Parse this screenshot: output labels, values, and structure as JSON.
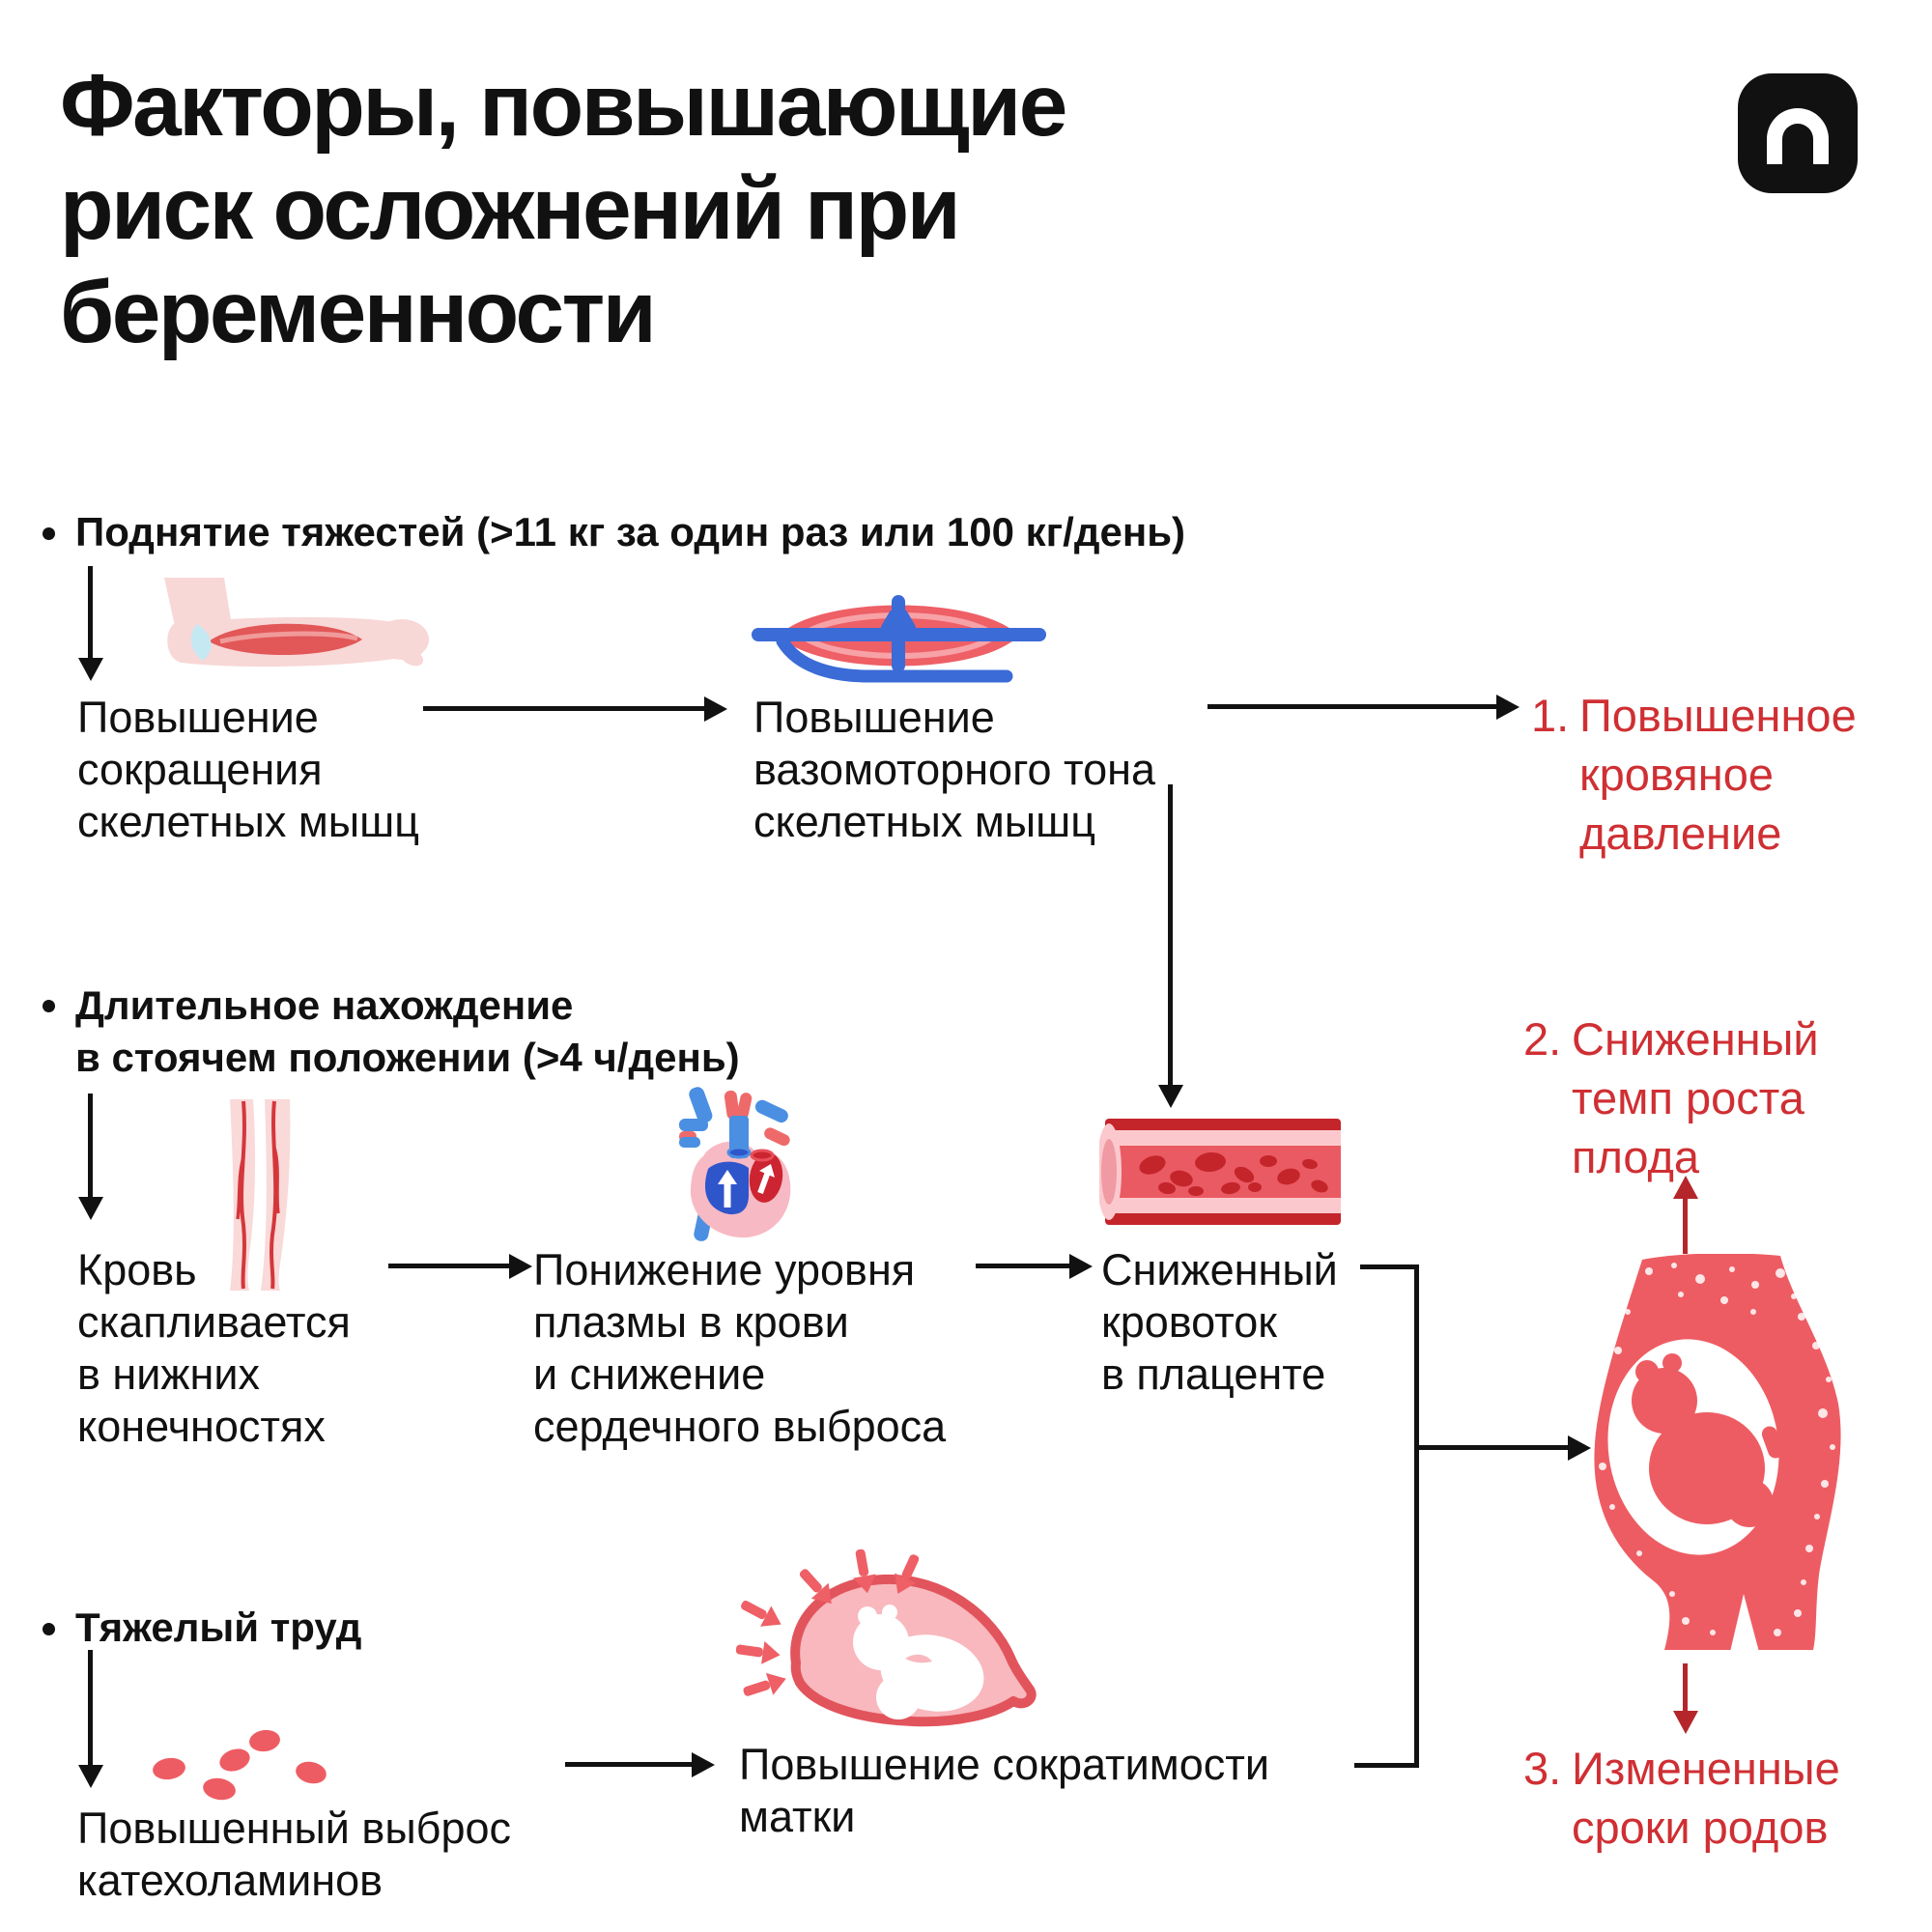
{
  "title": "Факторы, повышающие\nриск осложнений при\nбеременности",
  "colors": {
    "text_black": "#111111",
    "outcome_red": "#cf2f33",
    "arrow_red": "#b5262b",
    "illustration_salmon": "#ee5c63",
    "skin_pink": "#f8d7d7",
    "spindle_blue": "#3b6bd6"
  },
  "factors": {
    "f1": {
      "bullet": "Поднятие тяжестей (>11 кг за один раз или 100 кг/день)",
      "node1": "Повышение\nсокращения\nскелетных мышц",
      "node2": "Повышение\nвазомоторного тона\nскелетных мышц"
    },
    "f2": {
      "bullet": "Длительное нахождение\nв стоячем положении (>4 ч/день)",
      "node1": "Кровь\nскапливается\nв нижних\nконечностях",
      "node2": "Понижение уровня\nплазмы в крови\nи снижение\nсердечного выброса",
      "node3": "Сниженный\nкровоток\nв плаценте"
    },
    "f3": {
      "bullet": "Тяжелый труд",
      "node1": "Повышенный выброс\nкатехоламинов",
      "node2": "Повышение сократимости\nматки"
    }
  },
  "outcomes": {
    "o1": {
      "num": "1.",
      "text": "Повышенное\nкровяное\nдавление"
    },
    "o2": {
      "num": "2.",
      "text": "Сниженный\nтемп роста\nплода"
    },
    "o3": {
      "num": "3.",
      "text": "Измененные\nсроки родов"
    }
  },
  "icons": {
    "brand-logo-icon": "black rounded square with white arch (n)",
    "arm-muscle-icon": "forearm with contracted red muscle",
    "muscle-spindle-icon": "red muscle spindle with blue nerve fibers",
    "legs-icon": "legs with red veins",
    "heart-icon": "heart with blue and red vessels and up arrows",
    "blood-vessel-icon": "blood vessel cross-section with red blood cells",
    "catecholamine-dots-icon": "scattered red catecholamine dots",
    "uterus-icon": "uterus with fetus compressed by red arrows",
    "pregnant-woman-icon": "pregnant woman silhouette with fetus in womb"
  }
}
